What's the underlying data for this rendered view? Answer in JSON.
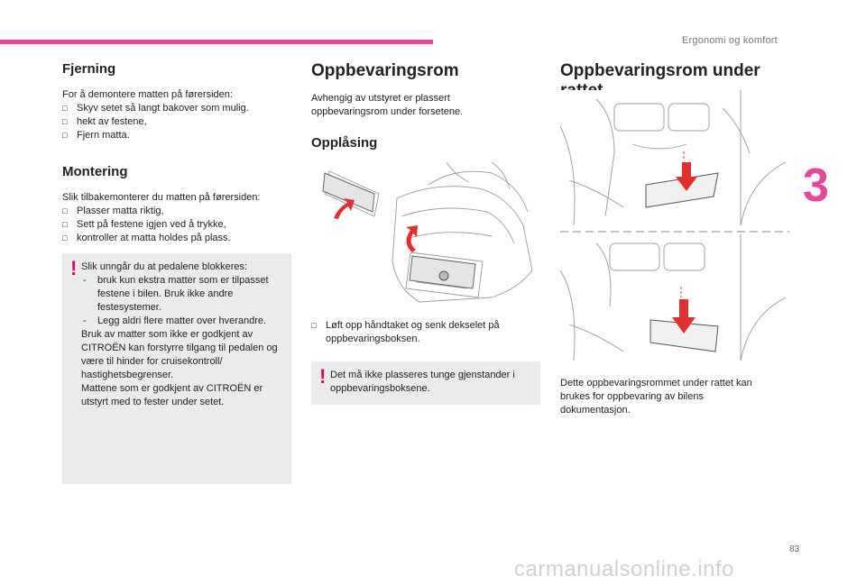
{
  "header": {
    "section_title": "Ergonomi og komfort",
    "chapter_number": "3",
    "page_number": "83"
  },
  "watermark": "carmanualsonline.info",
  "col1": {
    "fjerning": {
      "heading": "Fjerning",
      "intro": "For å demontere matten på førersiden:",
      "bullets": [
        "Skyv setet så langt bakover som mulig.",
        "hekt av festene,",
        "Fjern matta."
      ]
    },
    "montering": {
      "heading": "Montering",
      "intro": "Slik tilbakemonterer du matten på førersiden:",
      "bullets": [
        "Plasser matta riktig,",
        "Sett på festene igjen ved å trykke,",
        "kontroller at matta holdes på plass."
      ]
    },
    "warning": {
      "intro": "Slik unngår du at pedalene blokkeres:",
      "items": [
        "bruk kun ekstra matter som er tilpasset festene i bilen. Bruk ikke andre festesystemer.",
        "Legg aldri flere matter over hverandre."
      ],
      "text1": "Bruk av matter som ikke er godkjent av CITROËN kan forstyrre tilgang til pedalen og være til hinder for cruisekontroll/ hastighetsbegrenser.",
      "text2": "Mattene som er godkjent av CITROËN er utstyrt med to fester under setet."
    }
  },
  "col2": {
    "heading": "Oppbevaringsrom",
    "intro": "Avhengig av utstyret er plassert oppbevaringsrom under forsetene.",
    "subheading": "Opplåsing",
    "bullet": "Løft opp håndtaket og senk dekselet på oppbevaringsboksen.",
    "warning": "Det må ikke plasseres tunge gjenstander i oppbevaringsboksene."
  },
  "col3": {
    "heading": "Oppbevaringsrom under rattet",
    "caption": "Dette oppbevaringsrommet under rattet kan brukes for oppbevaring av bilens dokumentasjon."
  },
  "colors": {
    "accent": "#e6479a",
    "warning_mark": "#e1006e",
    "warning_bg": "#ebebeb",
    "arrow_red": "#e03030"
  },
  "icons": {
    "bullet": "checkbox-bullet-icon",
    "warning": "exclamation-warning-icon"
  }
}
